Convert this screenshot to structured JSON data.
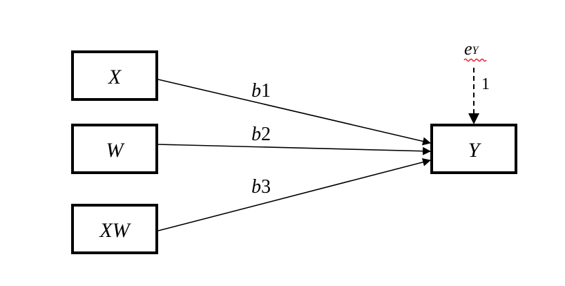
{
  "diagram": {
    "type": "path-diagram",
    "nodes": [
      {
        "id": "X",
        "label": "X"
      },
      {
        "id": "W",
        "label": "W"
      },
      {
        "id": "XW",
        "label": "XW"
      },
      {
        "id": "Y",
        "label": "Y"
      }
    ],
    "edges": [
      {
        "from": "X",
        "to": "Y",
        "label_italic": "b",
        "label_num": "1"
      },
      {
        "from": "W",
        "to": "Y",
        "label_italic": "b",
        "label_num": "2"
      },
      {
        "from": "XW",
        "to": "Y",
        "label_italic": "b",
        "label_num": "3"
      }
    ],
    "error_term": {
      "symbol": "e",
      "subscript": "Y",
      "path_label": "1",
      "target": "Y",
      "spellcheck_underline_color": "#e0202a"
    }
  }
}
